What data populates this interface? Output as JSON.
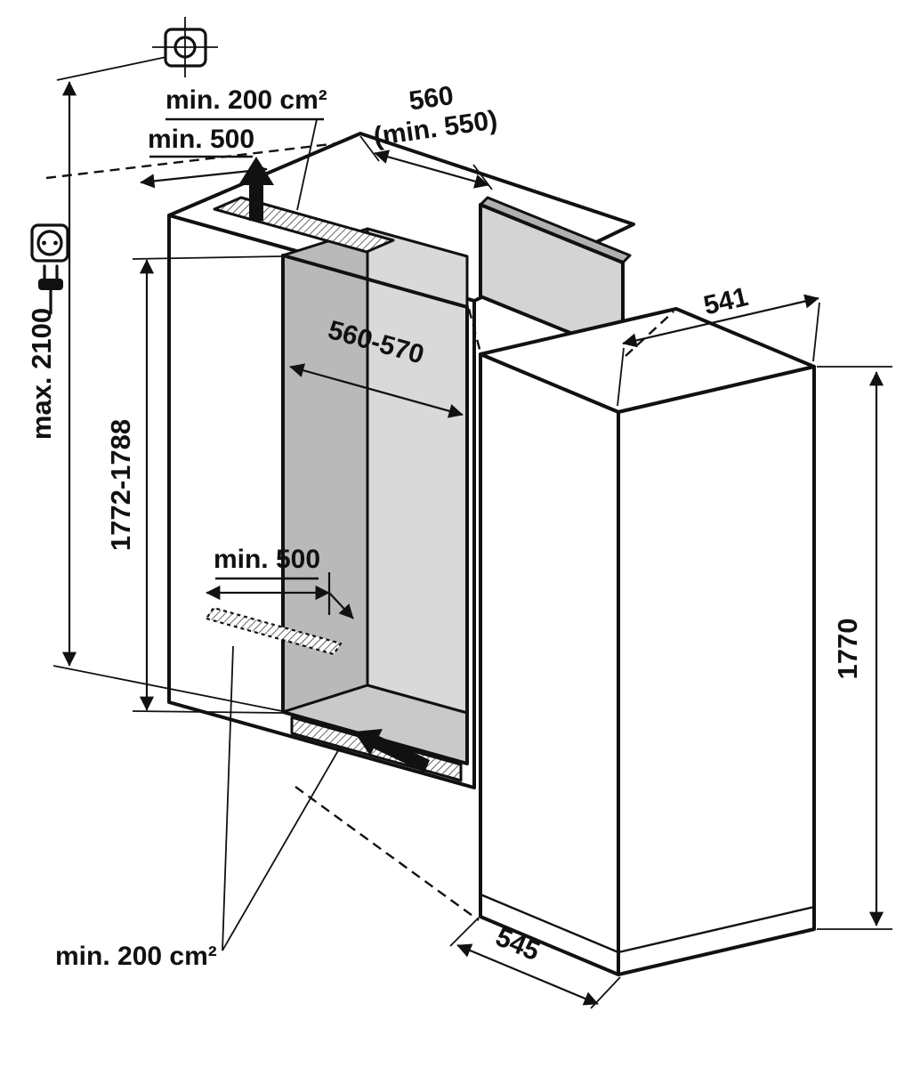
{
  "diagram": {
    "type": "installation-dimension-drawing",
    "labels": {
      "vent_area_top": "min. 200 cm²",
      "clearance_top": "min. 500",
      "niche_depth": "560",
      "niche_depth_min": "(min. 550)",
      "niche_width": "560-570",
      "max_column_height": "max. 2100",
      "niche_height": "1772-1788",
      "vent_clearance_bottom": "min. 500",
      "appliance_depth_top": "541",
      "appliance_height": "1770",
      "appliance_depth_bottom": "545",
      "vent_area_bottom": "min. 200 cm²"
    },
    "icons": [
      "ceiling-fixing-crosshair",
      "power-socket",
      "power-plug",
      "airflow-up-arrow",
      "airflow-in-arrow"
    ],
    "colors": {
      "line": "#111111",
      "background": "#ffffff",
      "niche_side_wall": "#b9b9b9",
      "niche_back_wall": "#d9d9d9",
      "niche_floor": "#c9c9c9",
      "panel_face": "#d4d4d4"
    }
  }
}
